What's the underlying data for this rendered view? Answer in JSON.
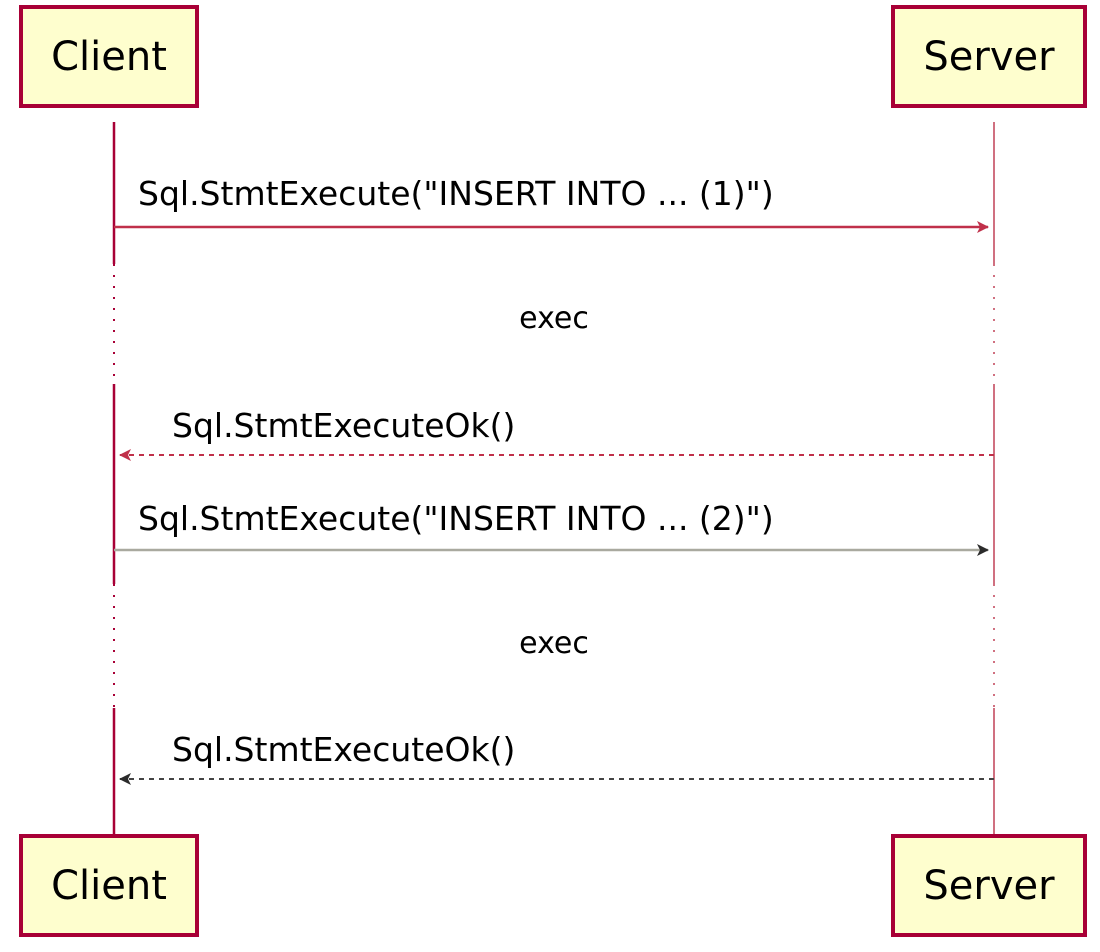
{
  "participants": {
    "client": "Client",
    "server": "Server"
  },
  "messages": [
    {
      "label": "Sql.StmtExecute(\"INSERT INTO ... (1)\")",
      "from": "client",
      "to": "server",
      "style": "solid"
    },
    {
      "label": "exec",
      "kind": "delay"
    },
    {
      "label": "Sql.StmtExecuteOk()",
      "from": "server",
      "to": "client",
      "style": "dashed"
    },
    {
      "label": "Sql.StmtExecute(\"INSERT INTO ... (2)\")",
      "from": "client",
      "to": "server",
      "style": "solid"
    },
    {
      "label": "exec",
      "kind": "delay"
    },
    {
      "label": "Sql.StmtExecuteOk()",
      "from": "server",
      "to": "client",
      "style": "dashed"
    }
  ],
  "colors": {
    "participant_fill": "#fefece",
    "participant_border": "#a80036",
    "lifeline": "#a80036",
    "message_red": "#c0304a",
    "message_grey": "#333333",
    "arrow_grey": "#2b2b2b"
  }
}
